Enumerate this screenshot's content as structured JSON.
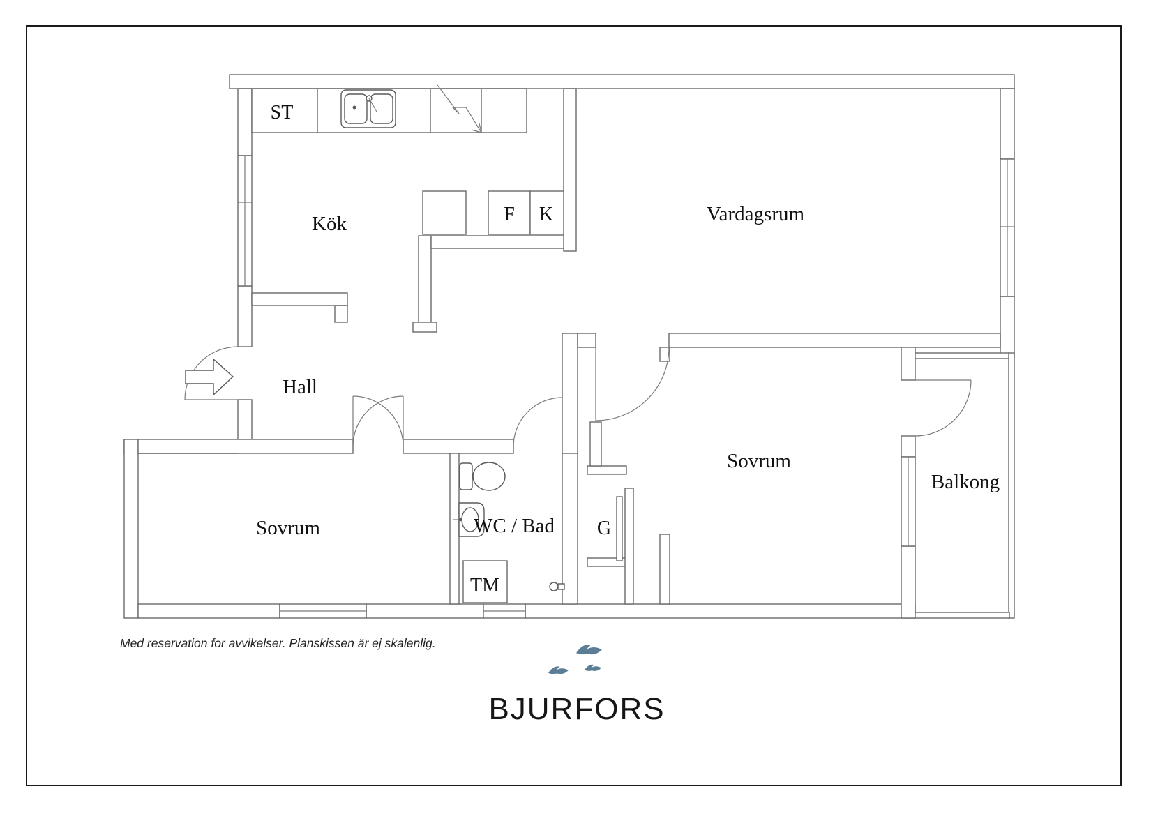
{
  "colors": {
    "wall": "#6a6a6a",
    "text": "#111111",
    "bird": "#5b7d96",
    "border": "#1a1a1a",
    "note": "#222222"
  },
  "labels": {
    "closet": "ST",
    "kitchen": "Kök",
    "fridge": "F",
    "freezer": "K",
    "living_room": "Vardagsrum",
    "hall": "Hall",
    "bedroom_left": "Sovrum",
    "bathroom": "WC / Bad",
    "washing_machine": "TM",
    "wardrobe": "G",
    "bedroom_right": "Sovrum",
    "balcony": "Balkong"
  },
  "note": "Med reservation for avvikelser. Planskissen är ej skalenlig.",
  "brand": "BJURFORS",
  "icons": {
    "entry_arrow": "arrow-right",
    "kitchen_sink": "double-basin-sink",
    "stove": "lightning-bolt",
    "toilet": "toilet",
    "wash_basin": "basin",
    "brand_birds": "three-flying-birds"
  }
}
